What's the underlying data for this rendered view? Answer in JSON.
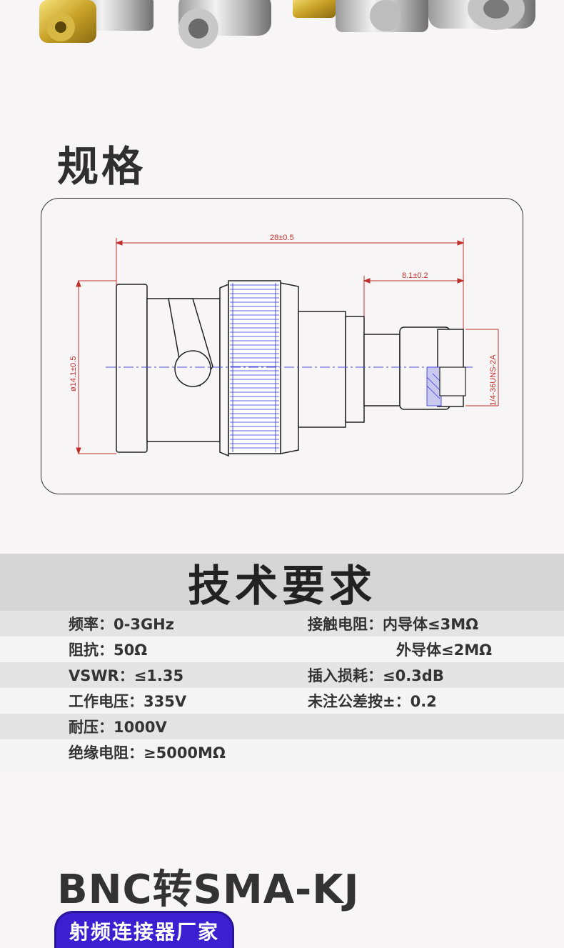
{
  "spec_section": {
    "title": "规格",
    "dimensions": {
      "length": "28±0.5",
      "sma_length": "8.1±0.2",
      "diameter": "ø14.1±0.5",
      "thread": "1/4-36UNS-2A"
    }
  },
  "tech_section": {
    "title": "技术要求",
    "rows": [
      {
        "left": "频率：0-3GHz",
        "right": "接触电阻：内导体≤3MΩ"
      },
      {
        "left": "阻抗：50Ω",
        "right": "外导体≤2MΩ"
      },
      {
        "left": "VSWR：≤1.35",
        "right": "插入损耗：≤0.3dB"
      },
      {
        "left": "工作电压：335V",
        "right": "未注公差按±：0.2"
      },
      {
        "left": "耐压：1000V",
        "right": ""
      },
      {
        "left": "绝缘电阻：≥5000MΩ",
        "right": ""
      }
    ]
  },
  "product": {
    "title": "BNC转SMA-KJ",
    "badge": "射频连接器厂家"
  },
  "colors": {
    "dimension_red": "#c0302a",
    "knurl_blue": "#2a2ae0",
    "badge_purple": "#3b1fd1"
  }
}
